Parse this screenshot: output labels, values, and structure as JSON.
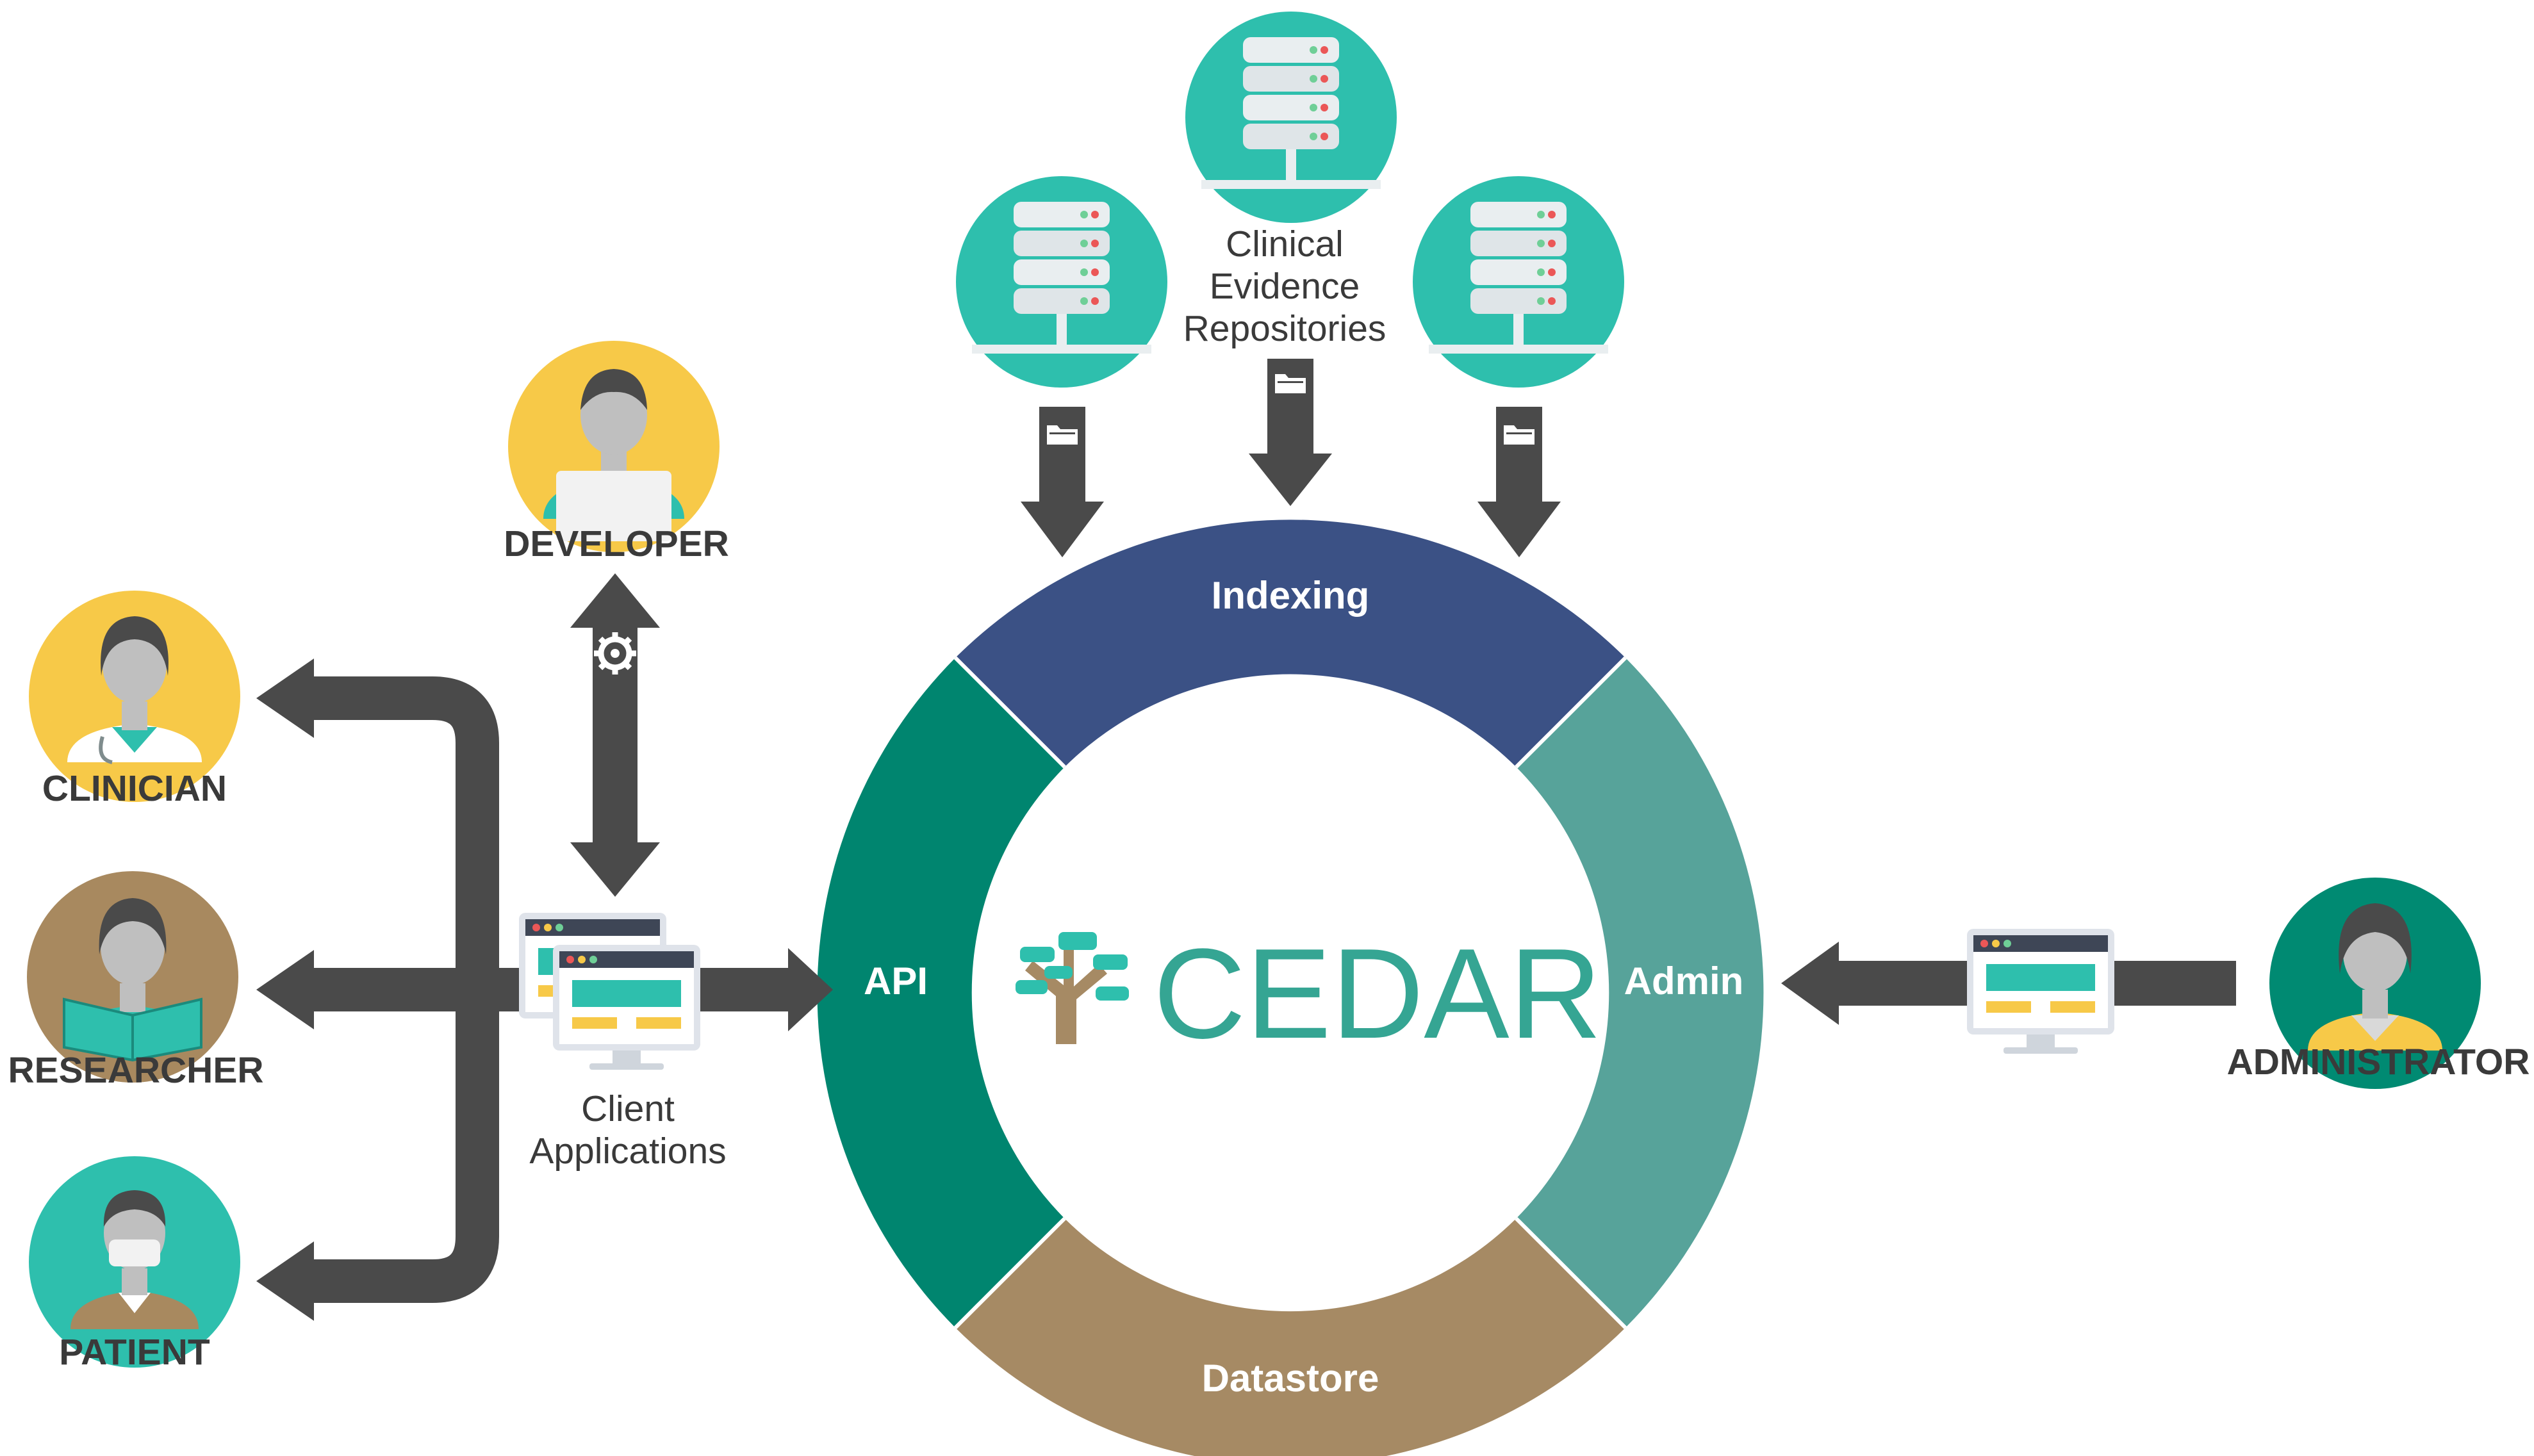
{
  "colors": {
    "teal": "#2ebfad",
    "yellow": "#f7c948",
    "brown": "#a8895f",
    "dark_teal": "#008a72",
    "arrow": "#4a4a4a",
    "ring_indexing": "#3b5185",
    "ring_api": "#00856f",
    "ring_admin": "#57a39a",
    "ring_datastore": "#a68a64"
  },
  "icons": [
    "database-icon",
    "folder-icon",
    "gear-icon",
    "monitor-icon",
    "person-icon",
    "tree-logo-icon"
  ],
  "repositories": {
    "label_lines": [
      "Clinical",
      "Evidence",
      "Repositories"
    ]
  },
  "core": {
    "brand": "CEDAR",
    "segments": {
      "indexing": "Indexing",
      "api": "API",
      "admin": "Admin",
      "datastore": "Datastore"
    }
  },
  "actors": {
    "developer": "DEVELOPER",
    "clinician": "CLINICIAN",
    "researcher": "RESEARCHER",
    "patient": "PATIENT",
    "administrator": "ADMINISTRATOR"
  },
  "client_apps": {
    "label_lines": [
      "Client",
      "Applications"
    ]
  }
}
